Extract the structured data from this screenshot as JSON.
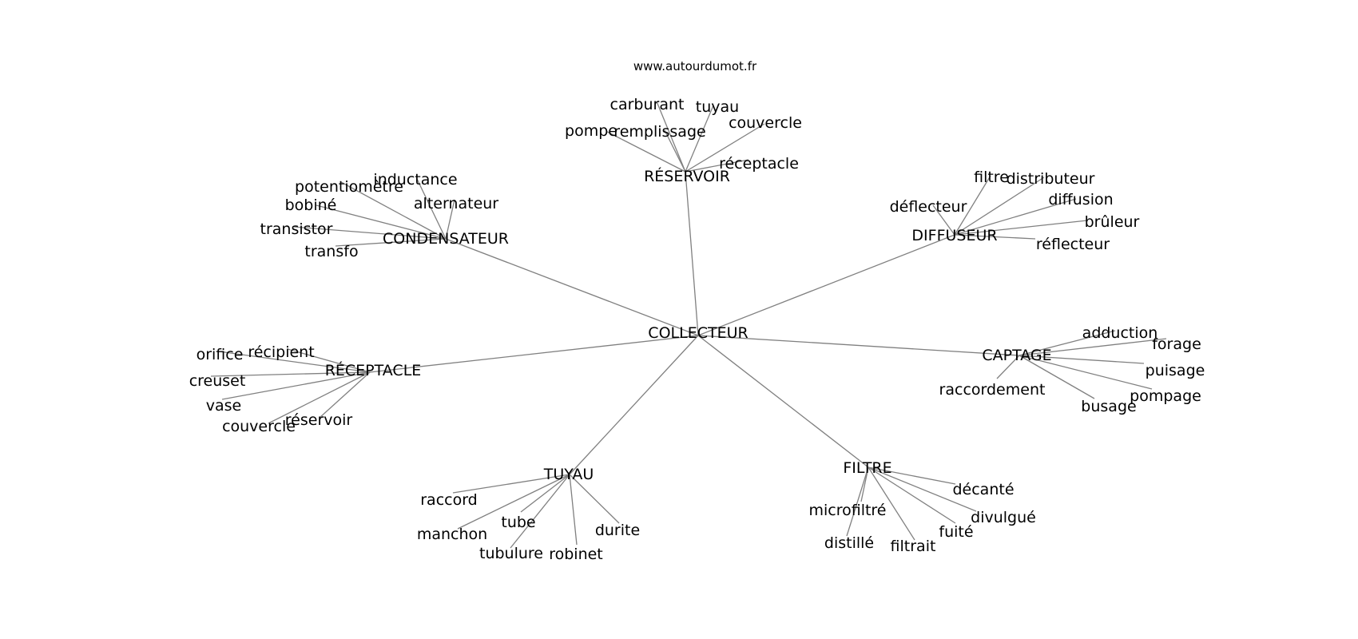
{
  "site_url": "www.autourdumot.fr",
  "center": "COLLECTEUR",
  "hubs": {
    "reservoir": {
      "label": "RÉSERVOIR",
      "words": [
        "carburant",
        "tuyau",
        "couvercle",
        "pompe",
        "remplissage",
        "réceptacle"
      ]
    },
    "condensateur": {
      "label": "CONDENSATEUR",
      "words": [
        "inductance",
        "potentiomètre",
        "alternateur",
        "bobiné",
        "transistor",
        "transfo"
      ]
    },
    "diffuseur": {
      "label": "DIFFUSEUR",
      "words": [
        "filtre",
        "distributeur",
        "diffusion",
        "déflecteur",
        "brûleur",
        "réflecteur"
      ]
    },
    "receptacle": {
      "label": "RÉCEPTACLE",
      "words": [
        "orifice",
        "récipient",
        "creuset",
        "vase",
        "réservoir",
        "couvercle"
      ]
    },
    "captage": {
      "label": "CAPTAGE",
      "words": [
        "adduction",
        "forage",
        "puisage",
        "raccordement",
        "pompage",
        "busage"
      ]
    },
    "tuyau": {
      "label": "TUYAU",
      "words": [
        "raccord",
        "manchon",
        "tube",
        "durite",
        "tubulure",
        "robinet"
      ]
    },
    "filtre": {
      "label": "FILTRE",
      "words": [
        "décanté",
        "microfiltré",
        "divulgué",
        "fuité",
        "distillé",
        "filtrait"
      ]
    }
  }
}
